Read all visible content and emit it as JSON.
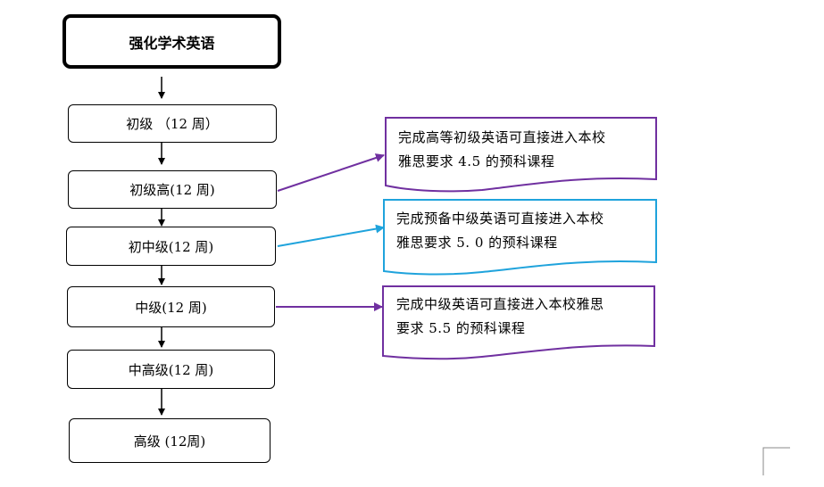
{
  "title": "强化学术英语",
  "levels": [
    {
      "label": "初级 （12 周）"
    },
    {
      "label": "初级高(12 周)"
    },
    {
      "label": "初中级(12 周)"
    },
    {
      "label": "中级(12 周)"
    },
    {
      "label": "中高级(12 周)"
    },
    {
      "label": "高级 (12周)"
    }
  ],
  "notes": [
    {
      "line1": "完成高等初级英语可直接进入本校",
      "line2": "雅思要求 4.5 的预科课程",
      "color": "#7030a0"
    },
    {
      "line1": "完成预备中级英语可直接进入本校",
      "line2": "雅思要求 5. 0 的预科课程",
      "color": "#1fa3dc"
    },
    {
      "line1": "完成中级英语可直接进入本校雅思",
      "line2": "要求 5.5 的预科课程",
      "color": "#7030a0"
    }
  ]
}
